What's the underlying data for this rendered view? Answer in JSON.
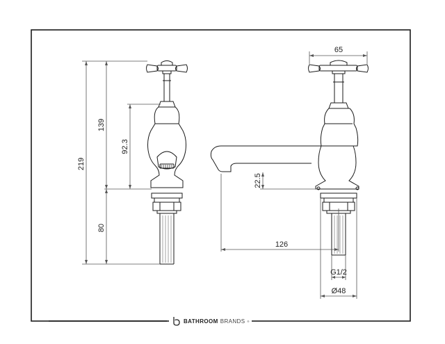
{
  "dimensions": {
    "overall_height": "219",
    "upper_height": "139",
    "handle_to_outlet": "92.3",
    "lower_height": "80",
    "spout_height": "22.5",
    "head_width": "65",
    "reach": "126",
    "thread": "G1/2",
    "base_diameter": "Ø48"
  },
  "brand": {
    "name_bold": "BATHROOM",
    "name_light": "BRANDS",
    "registered": "®"
  },
  "colors": {
    "line": "#1a1a1a",
    "dim_line": "#555555"
  }
}
